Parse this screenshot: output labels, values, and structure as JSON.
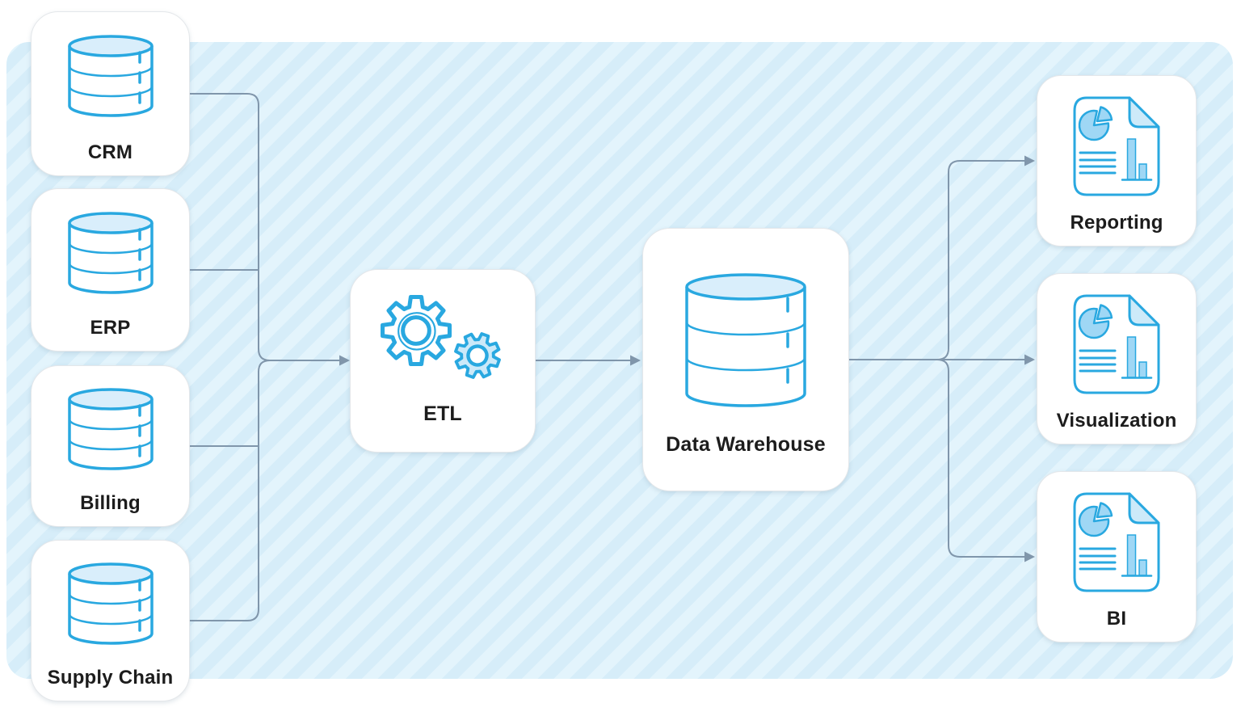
{
  "diagram": {
    "sources": [
      {
        "label": "CRM"
      },
      {
        "label": "ERP"
      },
      {
        "label": "Billing"
      },
      {
        "label": "Supply Chain"
      }
    ],
    "etl": {
      "label": "ETL"
    },
    "warehouse": {
      "label": "Data Warehouse"
    },
    "outputs": [
      {
        "label": "Reporting"
      },
      {
        "label": "Visualization"
      },
      {
        "label": "BI"
      }
    ]
  },
  "icons": {
    "sources": "database-icon",
    "etl": "gears-icon",
    "warehouse": "database-icon",
    "outputs": "document-chart-icon"
  },
  "colors": {
    "accent": "#29A8E0",
    "fill_light": "#D9EEFB",
    "fill_medium": "#9FD7F5",
    "gear_fill": "#CBE9F9",
    "panel_base": "#E3F4FC",
    "panel_stripe": "#D6EDF9",
    "connector": "#8096AB",
    "text": "#1C1C1C"
  }
}
